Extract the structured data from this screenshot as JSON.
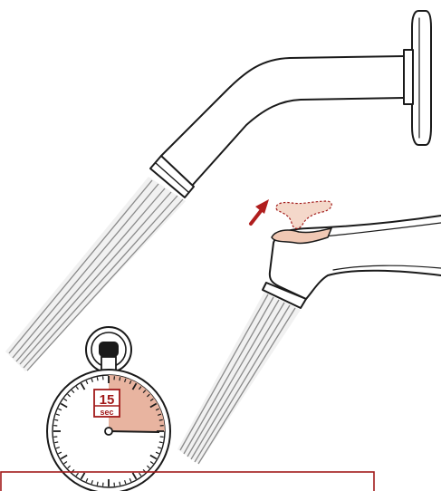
{
  "timer": {
    "seconds": "15",
    "unit": "sec",
    "elapsed_fraction": 0.25
  },
  "colors": {
    "line": "#1a1a1a",
    "accent_red": "#b01e1e",
    "timer_fill": "#e8b4a0",
    "diverter_fill": "#f0c8b4",
    "spray": "#9a9a9a",
    "spray_light": "#d0d0d0"
  },
  "icons": {
    "arrow": "up-right-arrow-icon",
    "stopwatch": "stopwatch-icon"
  }
}
